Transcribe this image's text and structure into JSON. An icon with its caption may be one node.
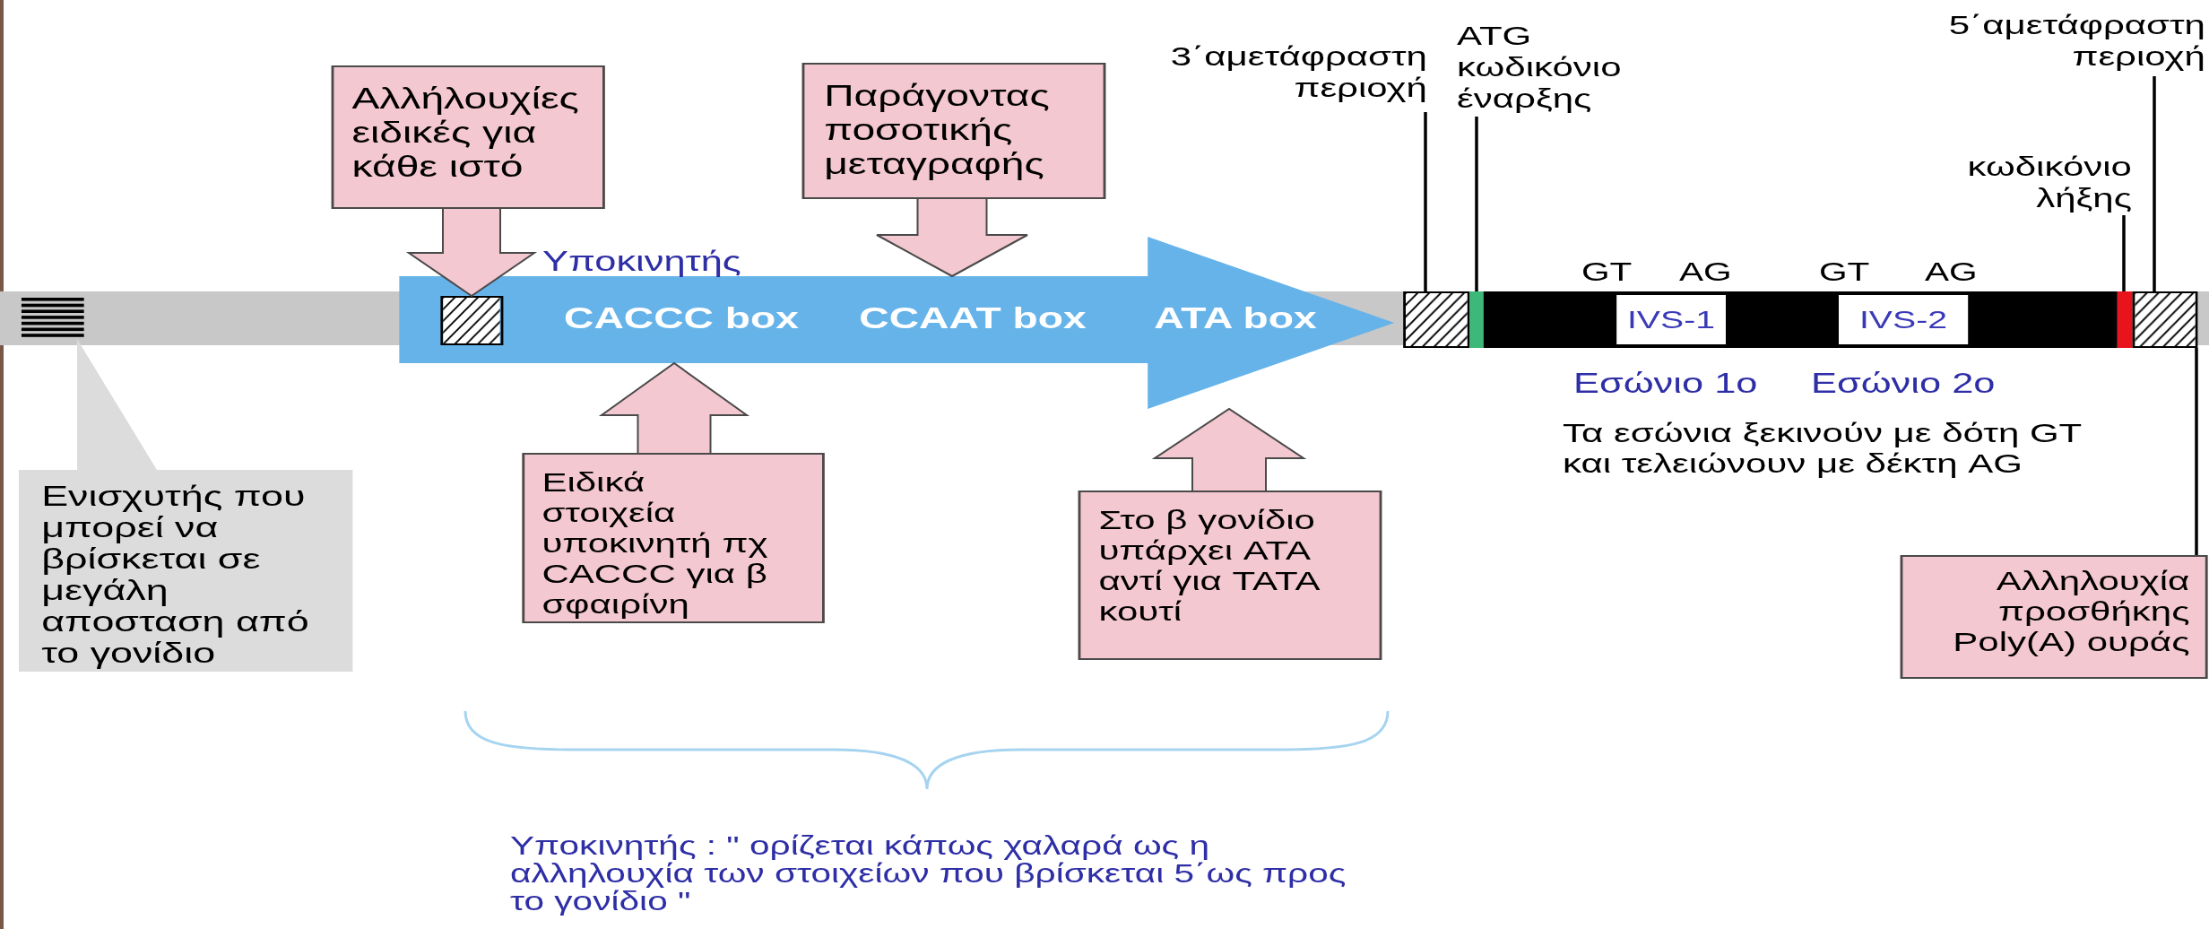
{
  "diagram": {
    "nodes": [
      {
        "text": [],
        "shape": "bar"
      },
      {
        "text": [
          "Ενισχυτής που μπορεί να βρίσκεται σε μεγάλη αποσταση από το γονίδιο"
        ]
      },
      {
        "text": [
          "Υποκινητής",
          "CACCC box",
          "CCAAT box",
          "ATA box"
        ]
      },
      {
        "text": [],
        "shape": "box",
        "in": 2
      },
      {
        "text": [
          "Αλλήλουχίες ειδικές για κάθε ιστό"
        ]
      },
      {
        "text": [
          "Παράγοντας ποσοτικής μεταγραφής"
        ]
      },
      {
        "text": [
          "Ειδικά στοιχεία υποκινητή πχ CACCC για β σφαιρίνη"
        ]
      },
      {
        "text": [
          "Στο β γονίδιο υπάρχει ATA αντί για TATA κουτί"
        ]
      },
      {
        "text": [
          "3΄αμετάφραστη περιοχή"
        ]
      },
      {
        "text": [
          "ATG κωδικόνιο έναρξης"
        ]
      },
      {
        "text": [
          "5΄αμετάφραστη περιοχή"
        ]
      },
      {
        "text": [
          "κωδικόνιο λήξης"
        ]
      },
      {
        "text": [],
        "shape": "box"
      },
      {
        "text": [],
        "shape": "bar"
      },
      {
        "text": [],
        "shape": "bar"
      },
      {
        "text": [
          "IVS-1"
        ],
        "in": 14,
        "beside": [
          "GT",
          "AG",
          "Εσώνιο 1ο"
        ]
      },
      {
        "text": [
          "IVS-2"
        ],
        "in": 14,
        "beside": [
          "GT",
          "AG",
          "Εσώνιο 2ο"
        ]
      },
      {
        "text": [],
        "shape": "bar"
      },
      {
        "text": [],
        "shape": "box"
      },
      {
        "text": [
          "Αλληλουχία προσθήκης Poly(A) ουράς"
        ]
      }
    ],
    "edges": [
      {
        "from": 1,
        "to": 0,
        "arrow": "to",
        "style": "thick",
        "color": "#dcdcdc"
      },
      {
        "from": 4,
        "to": 3,
        "arrow": "to",
        "style": "thick",
        "color": "#f4c8d0"
      },
      {
        "from": 5,
        "to": 2,
        "arrow": "to",
        "style": "thick",
        "color": "#f4c8d0"
      },
      {
        "from": 6,
        "to": 2,
        "arrow": "to",
        "style": "thick",
        "color": "#f4c8d0"
      },
      {
        "from": 7,
        "to": 2,
        "arrow": "to",
        "style": "thick",
        "color": "#f4c8d0"
      },
      {
        "from": 8,
        "to": 12,
        "arrow": "none"
      },
      {
        "from": 9,
        "to": 13,
        "arrow": "none"
      },
      {
        "from": 10,
        "to": 18,
        "arrow": "none"
      },
      {
        "from": 11,
        "to": 17,
        "arrow": "none"
      },
      {
        "from": 19,
        "to": 18,
        "arrow": "none"
      }
    ],
    "labels": [
      "Τα εσώνια ξεκινούν με δότη GT και τελειώνουν με δέκτη AG",
      "Υποκινητής : \" ορίζεται κάπως χαλαρά ως η αλληλουχία των στοιχείων που βρίσκεται 5΄ως προς το γονίδιο \""
    ]
  }
}
